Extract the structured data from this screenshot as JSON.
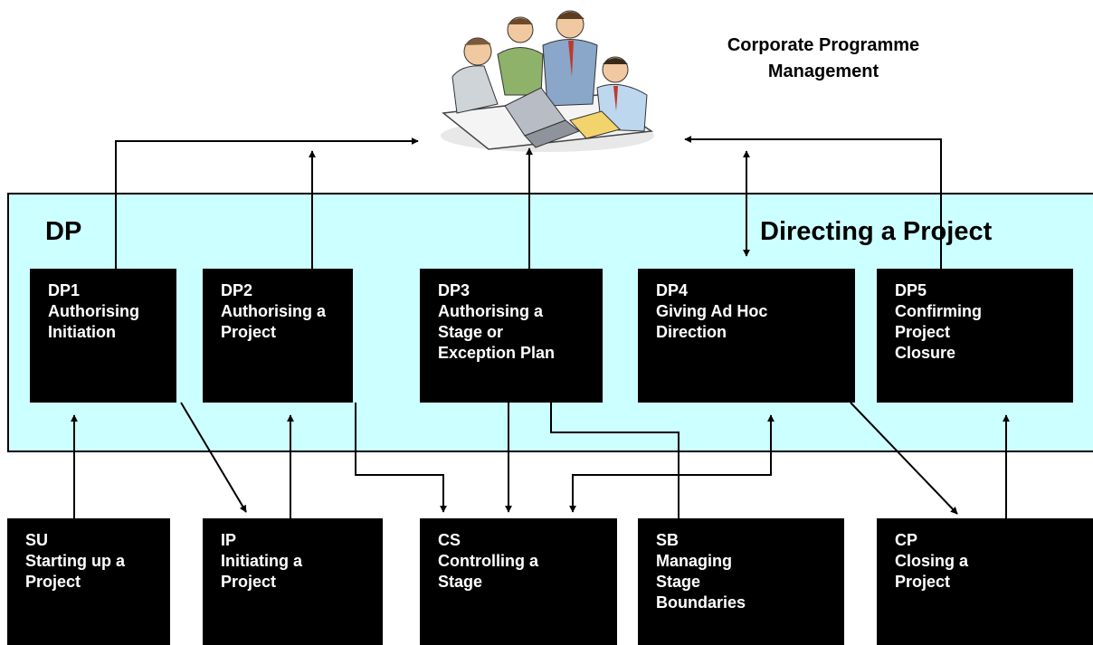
{
  "corporate": {
    "line1": "Corporate Programme",
    "line2": "Management"
  },
  "directing": {
    "abbr": "DP",
    "title": "Directing a Project"
  },
  "dp_processes": [
    {
      "code": "DP1",
      "lines": [
        "Authorising",
        "Initiation"
      ]
    },
    {
      "code": "DP2",
      "lines": [
        "Authorising a",
        "Project"
      ]
    },
    {
      "code": "DP3",
      "lines": [
        "Authorising a",
        "Stage or",
        "Exception Plan"
      ]
    },
    {
      "code": "DP4",
      "lines": [
        "Giving Ad Hoc",
        "Direction"
      ]
    },
    {
      "code": "DP5",
      "lines": [
        "Confirming",
        "Project",
        "Closure"
      ]
    }
  ],
  "other_processes": [
    {
      "code": "SU",
      "lines": [
        "Starting up a",
        "Project"
      ]
    },
    {
      "code": "IP",
      "lines": [
        "Initiating a",
        "Project"
      ]
    },
    {
      "code": "CS",
      "lines": [
        "Controlling a",
        "Stage"
      ]
    },
    {
      "code": "SB",
      "lines": [
        "Managing",
        "Stage",
        "Boundaries"
      ]
    },
    {
      "code": "CP",
      "lines": [
        "Closing a",
        "Project"
      ]
    }
  ],
  "colors": {
    "panel": "#ccffff",
    "box": "#000000",
    "box_text": "#ffffff"
  },
  "icons": {
    "team": "business-team-clipart-icon"
  }
}
